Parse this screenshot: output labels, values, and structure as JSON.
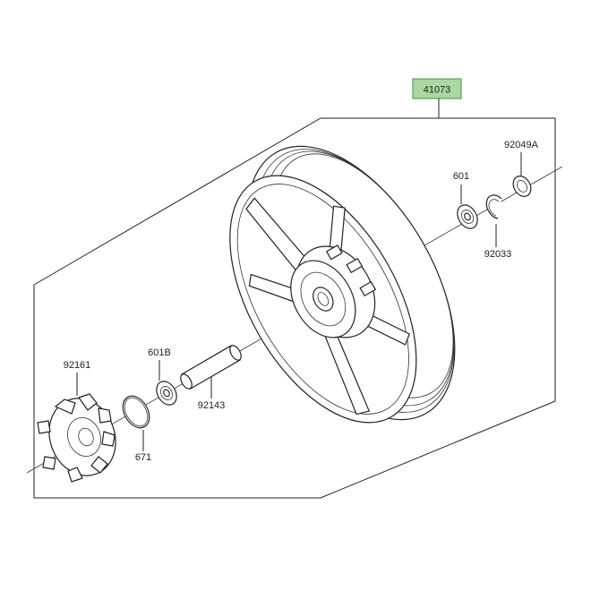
{
  "diagram": {
    "highlight_color": "#a9d8a0",
    "line_color": "#222222",
    "assembly_label": "41073",
    "parts": {
      "oil_seal_right": "92049A",
      "bearing_right": "601",
      "circlip": "92033",
      "damper": "92161",
      "bearing_left": "601B",
      "collar": "92143",
      "o_ring": "671"
    }
  }
}
